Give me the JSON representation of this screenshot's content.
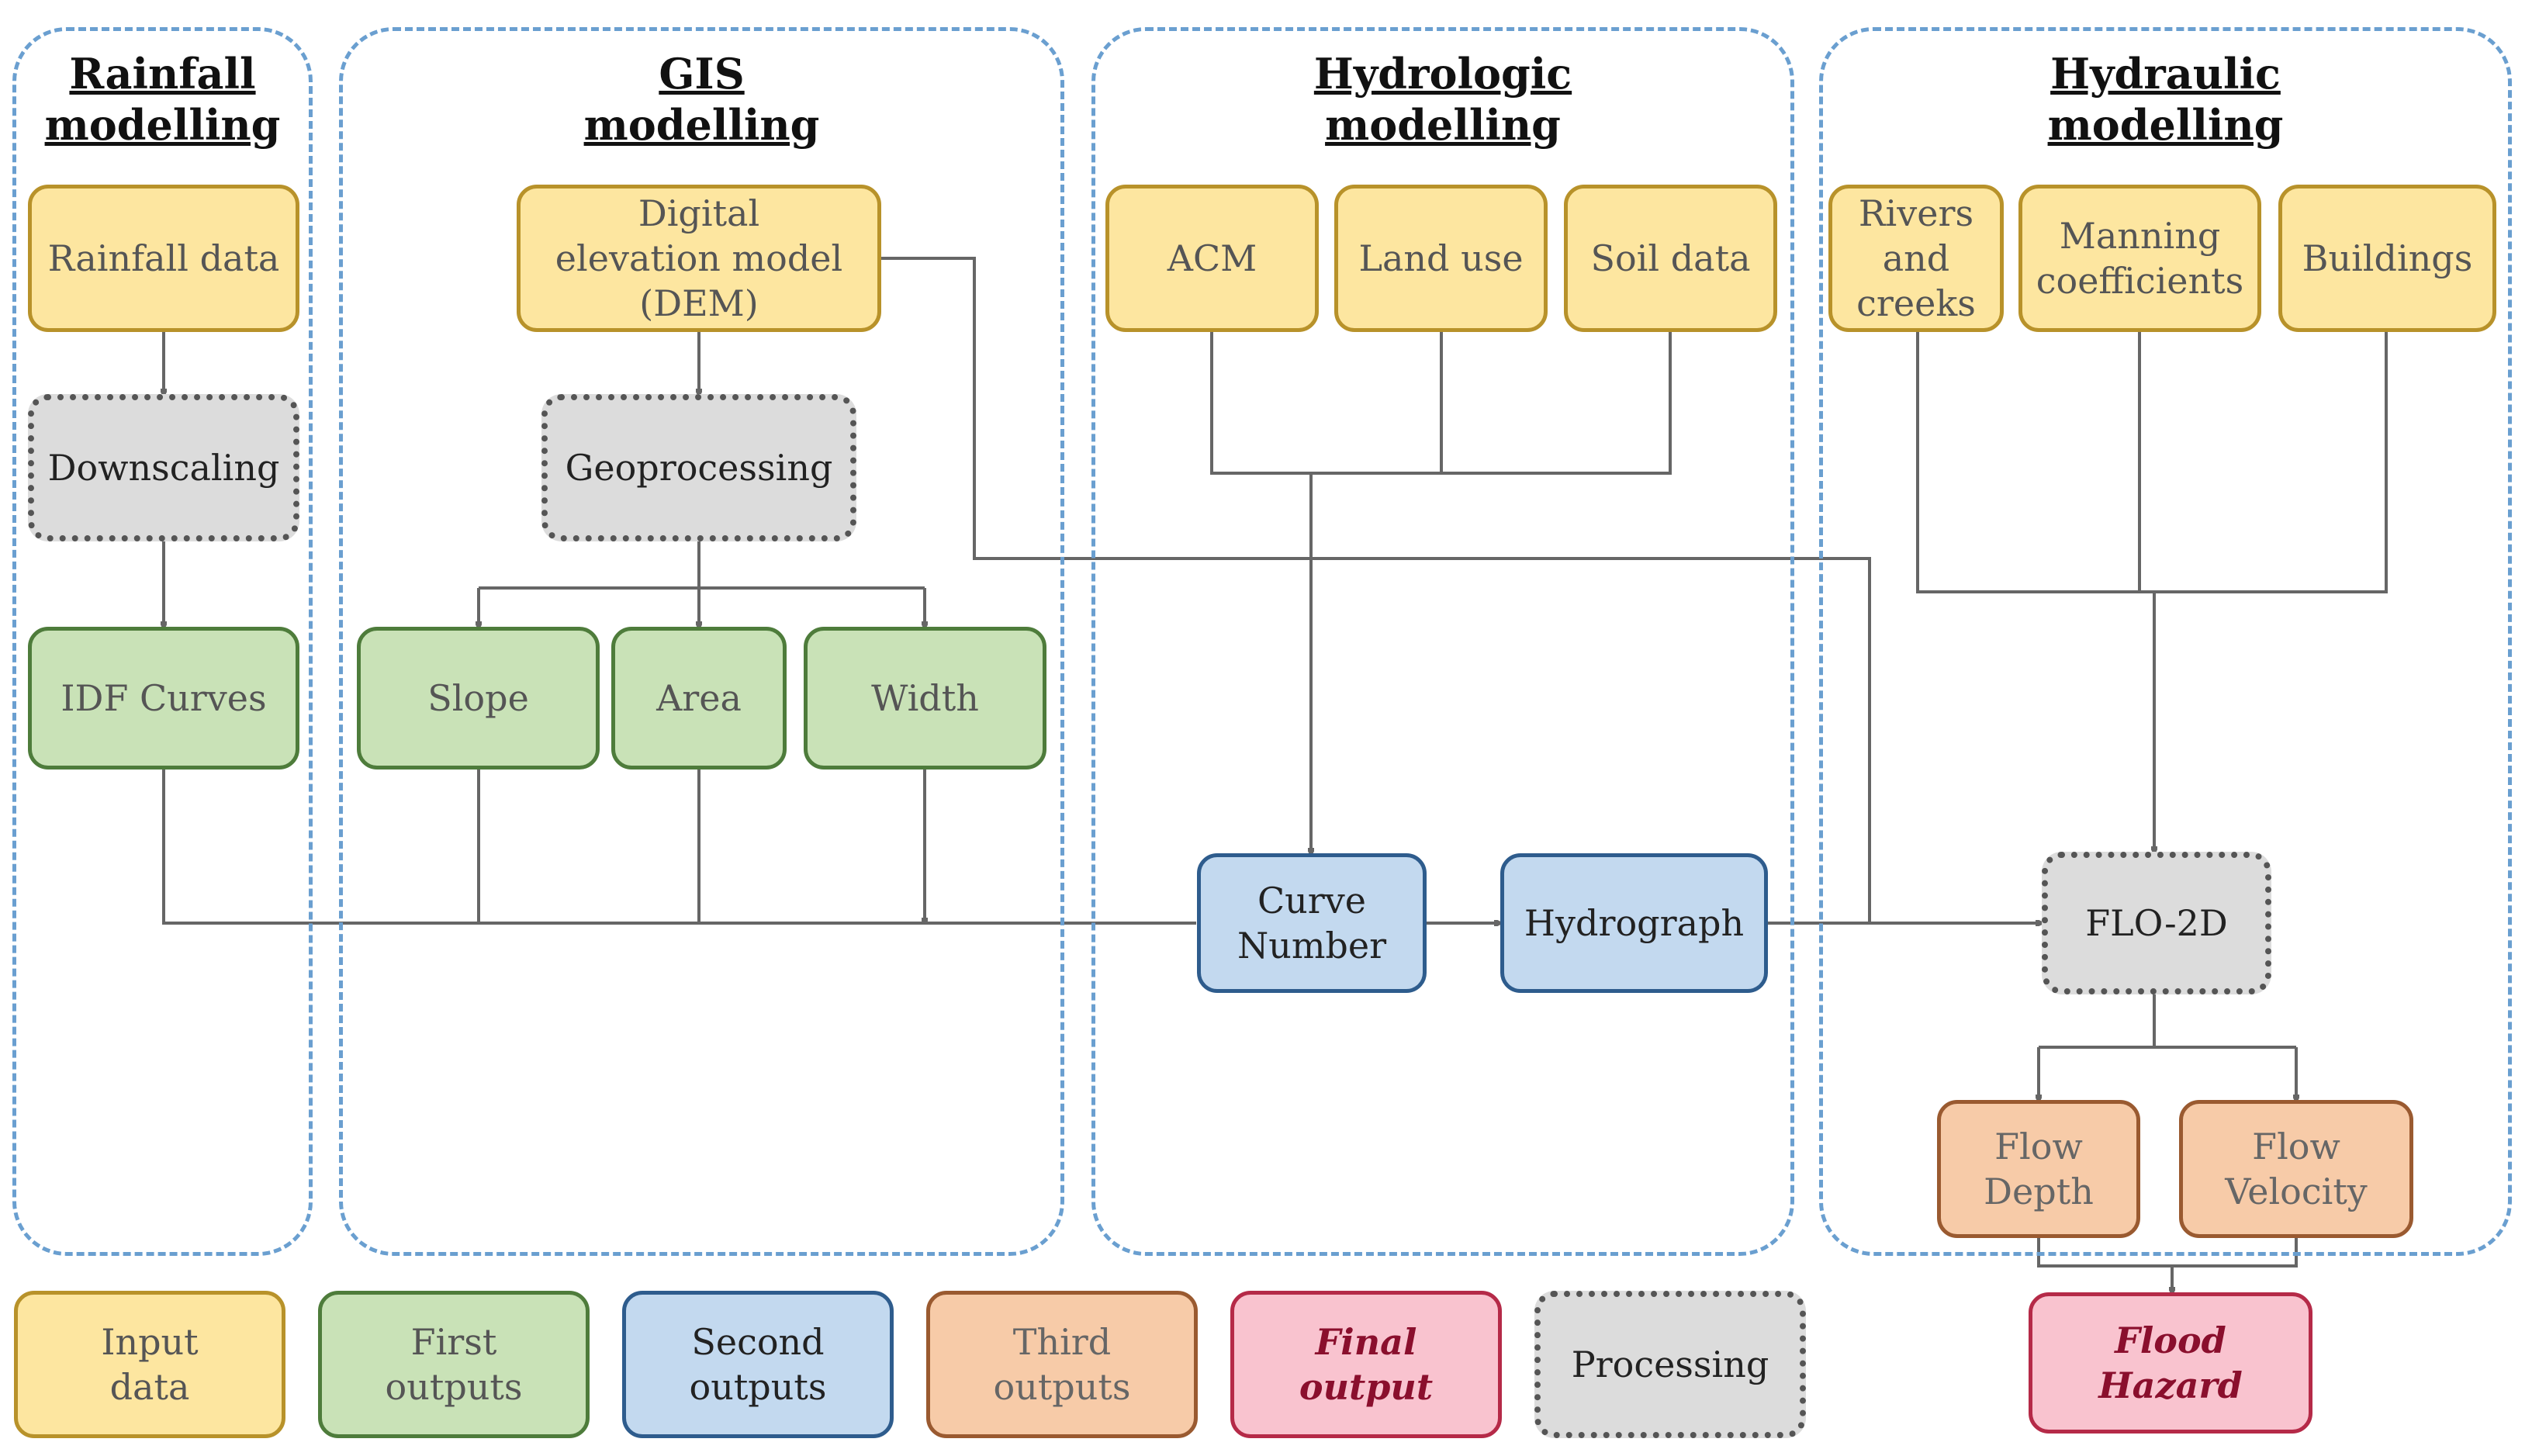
{
  "groups": {
    "rainfall": "Rainfall modelling",
    "gis": "GIS modelling",
    "hydrologic": "Hydrologic modelling",
    "hydraulic": "Hydraulic modelling"
  },
  "nodes": {
    "rainfall_data": "Rainfall data",
    "downscaling": "Downscaling",
    "idf_curves": "IDF Curves",
    "dem": "Digital elevation model (DEM)",
    "geoprocessing": "Geoprocessing",
    "slope": "Slope",
    "area": "Area",
    "width": "Width",
    "acm": "ACM",
    "land_use": "Land use",
    "soil_data": "Soil data",
    "curve_number": "Curve Number",
    "hydrograph": "Hydrograph",
    "rivers_creeks": "Rivers and creeks",
    "manning": "Manning coefficients",
    "buildings": "Buildings",
    "flo2d": "FLO-2D",
    "flow_depth": "Flow Depth",
    "flow_velocity": "Flow Velocity",
    "flood_hazard": "Flood Hazard"
  },
  "legend": {
    "input": "Input data",
    "first": "First outputs",
    "second": "Second outputs",
    "third": "Third outputs",
    "final": "Final output",
    "processing": "Processing"
  },
  "colors": {
    "input": "#fde6a0",
    "first": "#c9e2b7",
    "second": "#c3d9ef",
    "third": "#f7cba8",
    "final": "#f9c3cf",
    "processing": "#dcdcdc",
    "group_border": "#6a9fd0"
  }
}
